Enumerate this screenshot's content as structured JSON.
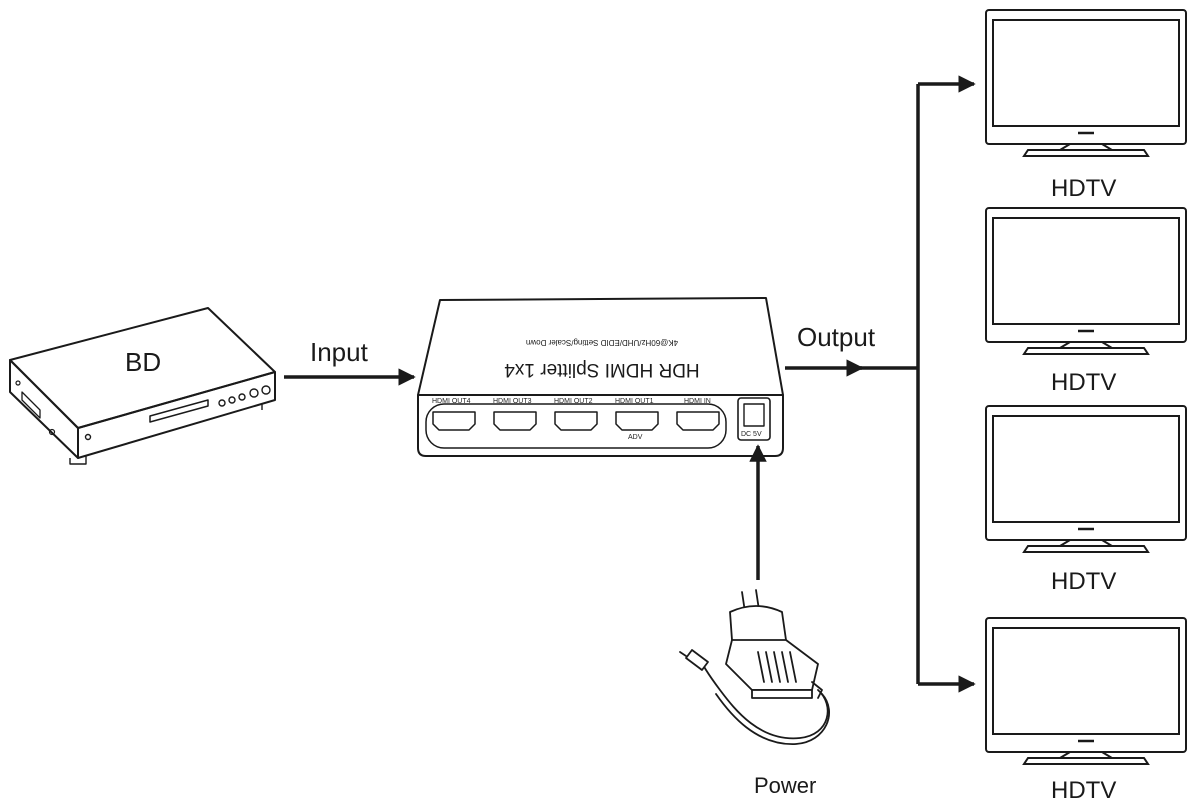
{
  "source_label": "BD",
  "input_label": "Input",
  "output_label": "Output",
  "power_label": "Power",
  "splitter": {
    "title": "HDR HDMI Splitter 1x4",
    "subtitle": "4K@60Hz/UHD/EDID Setting/Scaler Down",
    "ports": [
      "HDMI OUT4",
      "HDMI OUT3",
      "HDMI OUT2",
      "HDMI OUT1",
      "HDMI IN"
    ],
    "port_mark": "ADV",
    "power_port": "DC 5V"
  },
  "displays": [
    "HDTV",
    "HDTV",
    "HDTV",
    "HDTV"
  ]
}
